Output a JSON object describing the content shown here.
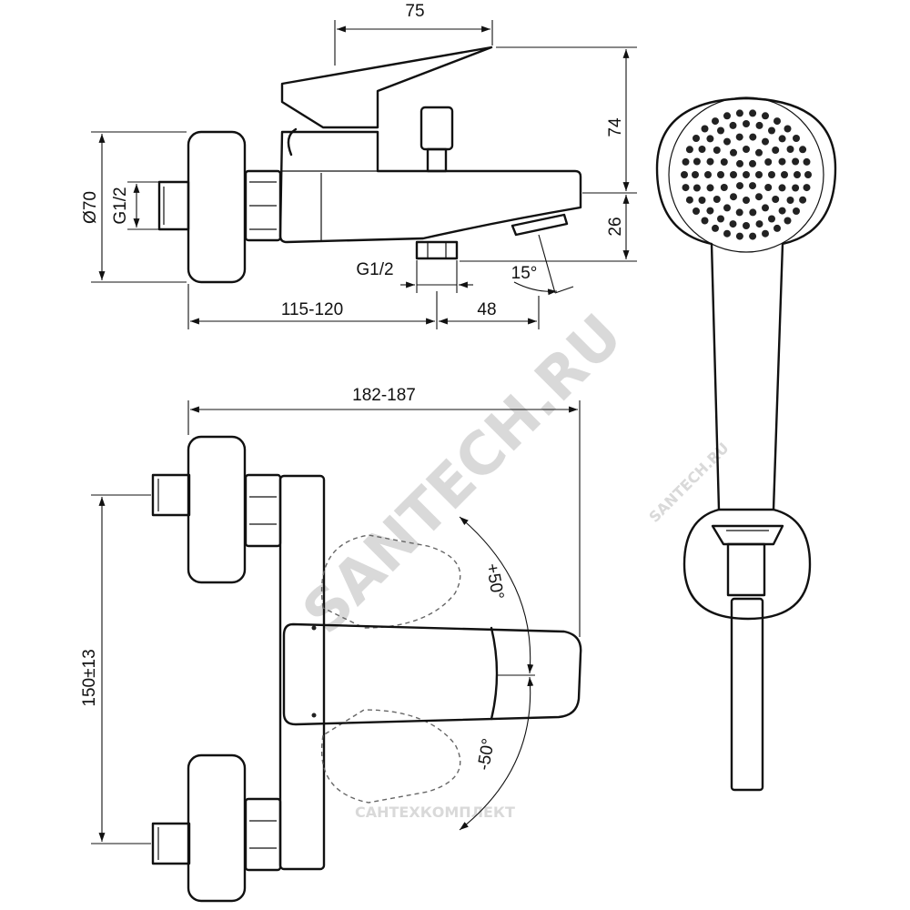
{
  "dimensions": {
    "top_width": "75",
    "body_height": "74",
    "spout_height": "26",
    "diameter": "Ø70",
    "inlet_thread": "G1/2",
    "outlet_thread": "G1/2",
    "spout_angle": "15°",
    "wall_to_outlet": "115-120",
    "outlet_to_spout": "48",
    "total_length": "182-187",
    "inlet_spacing": "150±13",
    "lever_up": "+50°",
    "lever_down": "-50°"
  },
  "watermarks": {
    "main": "SANTECH.RU",
    "small": "SANTECH.RU",
    "bottom": "САНТЕХКОМПЛЕКТ"
  },
  "colors": {
    "line": "#111111",
    "watermark": "#d9d9d9",
    "dashed": "#666666"
  }
}
